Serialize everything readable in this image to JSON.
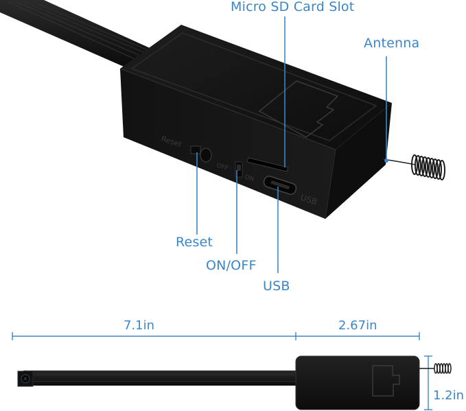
{
  "callouts": {
    "micro_sd": "Micro SD Card Slot",
    "antenna": "Antenna",
    "reset": "Reset",
    "on_off": "ON/OFF",
    "usb": "USB"
  },
  "device_print": {
    "reset": "Reset",
    "off": "OFF",
    "on": "ON",
    "usb": "USB"
  },
  "dimensions": {
    "cable_length": "7.1in",
    "box_length": "2.67in",
    "box_height": "1.2in"
  },
  "colors": {
    "accent": "#3b86c8",
    "device": "#161616"
  }
}
